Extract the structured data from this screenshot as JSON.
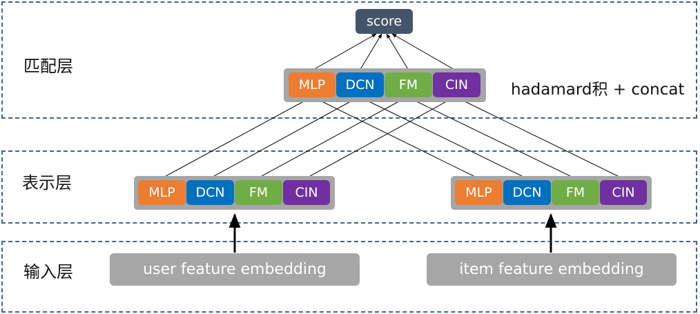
{
  "layers": {
    "matching": "匹配层",
    "representation": "表示层",
    "input": "输入层"
  },
  "score": "score",
  "interaction_note": "hadamard积 + concat",
  "blocks": {
    "mlp": "MLP",
    "dcn": "DCN",
    "fm": "FM",
    "cin": "CIN"
  },
  "inputs": {
    "user": "user feature embedding",
    "item": "item feature embedding"
  },
  "colors": {
    "mlp": "#ed7d31",
    "dcn": "#0070c0",
    "fm": "#70ad47",
    "cin": "#7030a0",
    "score": "#44546a",
    "tray": "#a6a6a6",
    "layer_border": "#3f6482"
  }
}
